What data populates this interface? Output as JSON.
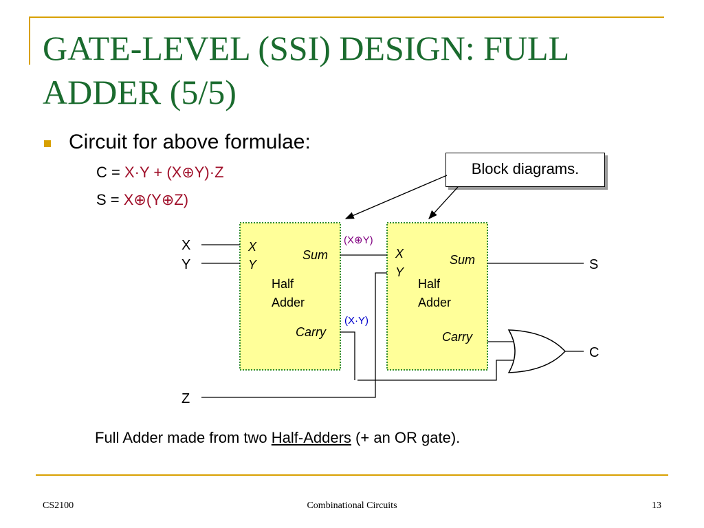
{
  "title": "GATE-LEVEL (SSI) DESIGN: FULL ADDER (5/5)",
  "bullet": "Circuit for above formulae:",
  "formulas": {
    "c_label": "C = ",
    "c_expr": "X·Y + (X⊕Y)·Z",
    "s_label": "S = ",
    "s_expr": "X⊕(Y⊕Z)"
  },
  "callout": "Block diagrams.",
  "diagram": {
    "input_x": "X",
    "input_y": "Y",
    "input_z": "Z",
    "output_s": "S",
    "output_c": "C",
    "ha1": {
      "in_x": "X",
      "in_y": "Y",
      "name_1": "Half",
      "name_2": "Adder",
      "sum": "Sum",
      "carry": "Carry"
    },
    "ha2": {
      "in_x": "X",
      "in_y": "Y",
      "name_1": "Half",
      "name_2": "Adder",
      "sum": "Sum",
      "carry": "Carry"
    },
    "wire_xor_label": "(X⊕Y)",
    "wire_and_label": "(X·Y)"
  },
  "caption": {
    "before": "Full Adder made from two ",
    "underlined": "Half-Adders",
    "after": " (+ an OR gate)."
  },
  "footer": {
    "left": "CS2100",
    "center": "Combinational Circuits",
    "right": "13"
  },
  "colors": {
    "title": "#1a6b2e",
    "accent": "#d8a000",
    "formula": "#a0102a",
    "block_fill": "#ffff99",
    "block_border": "#2e8b2e",
    "wire_label_xor": "#800080",
    "wire_label_and": "#0000cc"
  }
}
